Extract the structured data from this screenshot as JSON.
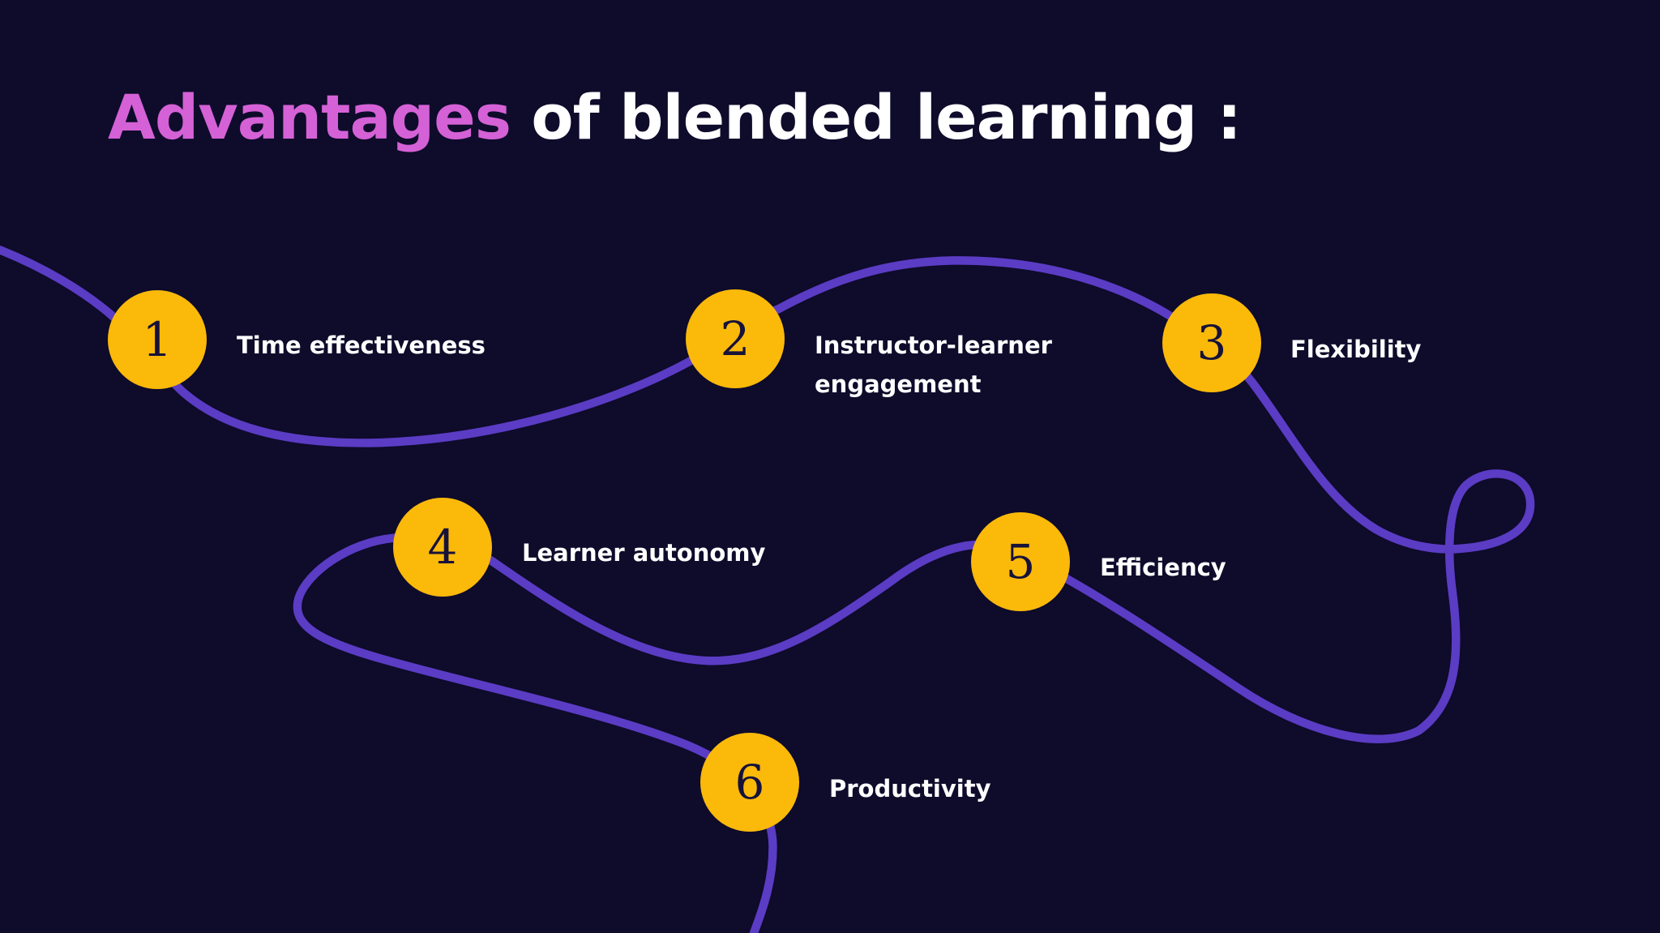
{
  "title": {
    "accent": "Advantages",
    "rest": "of blended learning :"
  },
  "colors": {
    "background": "#0e0b2b",
    "path": "#5b3cc4",
    "node": "#fbb90a",
    "accent": "#d561d6",
    "text": "#ffffff"
  },
  "items": [
    {
      "number": "1",
      "label": "Time effectiveness"
    },
    {
      "number": "2",
      "label_line1": "Instructor-learner",
      "label_line2": "engagement"
    },
    {
      "number": "3",
      "label": "Flexibility"
    },
    {
      "number": "4",
      "label": "Learner autonomy"
    },
    {
      "number": "5",
      "label": "Efficiency"
    },
    {
      "number": "6",
      "label": "Productivity"
    }
  ]
}
